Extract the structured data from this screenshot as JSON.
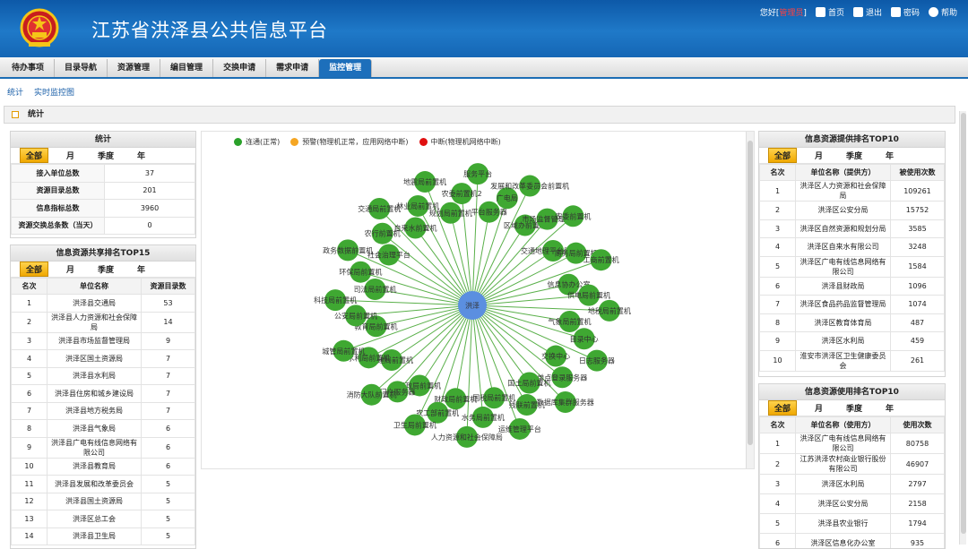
{
  "header": {
    "title": "江苏省洪泽县公共信息平台",
    "greeting": "您好[",
    "user": "管理员",
    "greeting_end": "]",
    "home": "首页",
    "logout": "退出",
    "password": "密码",
    "help": "帮助"
  },
  "menu": [
    "待办事项",
    "目录导航",
    "资源管理",
    "编目管理",
    "交换申请",
    "需求申请",
    "监控管理"
  ],
  "subnav": {
    "stats": "统计",
    "realtime": "实时监控图"
  },
  "section": {
    "title": "统计"
  },
  "time_tabs": [
    "全部",
    "月",
    "季度",
    "年"
  ],
  "stats": {
    "title": "统计",
    "rows": [
      {
        "k": "接入单位总数",
        "v": "37"
      },
      {
        "k": "资源目录总数",
        "v": "201"
      },
      {
        "k": "信息指标总数",
        "v": "3960"
      },
      {
        "k": "资源交换总条数（当天）",
        "v": "0"
      }
    ]
  },
  "share_top": {
    "title": "信息资源共享排名TOP15",
    "headers": [
      "名次",
      "单位名称",
      "资源目录数"
    ],
    "rows": [
      [
        "1",
        "洪泽县交通局",
        "53"
      ],
      [
        "2",
        "洪泽县人力资源和社会保障局",
        "14"
      ],
      [
        "3",
        "洪泽县市场监督管理局",
        "9"
      ],
      [
        "4",
        "洪泽区国土资源局",
        "7"
      ],
      [
        "5",
        "洪泽县水利局",
        "7"
      ],
      [
        "6",
        "洪泽县住房和城乡建设局",
        "7"
      ],
      [
        "7",
        "洪泽县地方税务局",
        "7"
      ],
      [
        "8",
        "洪泽县气象局",
        "6"
      ],
      [
        "9",
        "洪泽县广电有线信息网络有限公司",
        "6"
      ],
      [
        "10",
        "洪泽县教育局",
        "6"
      ],
      [
        "11",
        "洪泽县发展和改革委员会",
        "5"
      ],
      [
        "12",
        "洪泽县国土资源局",
        "5"
      ],
      [
        "13",
        "洪泽区总工会",
        "5"
      ],
      [
        "14",
        "洪泽县卫生局",
        "5"
      ]
    ]
  },
  "provide_top": {
    "title": "信息资源提供排名TOP10",
    "headers": [
      "名次",
      "单位名称（提供方）",
      "被使用次数"
    ],
    "rows": [
      [
        "1",
        "洪泽区人力资源和社会保障局",
        "109261"
      ],
      [
        "2",
        "洪泽区公安分局",
        "15752"
      ],
      [
        "3",
        "洪泽区自然资源和规划分局",
        "3585"
      ],
      [
        "4",
        "洪泽区自来水有限公司",
        "3248"
      ],
      [
        "5",
        "洪泽区广电有线信息网络有限公司",
        "1584"
      ],
      [
        "6",
        "洪泽县财政局",
        "1096"
      ],
      [
        "7",
        "洪泽区食品药品监督管理局",
        "1074"
      ],
      [
        "8",
        "洪泽区教育体育局",
        "487"
      ],
      [
        "9",
        "洪泽区水利局",
        "459"
      ],
      [
        "10",
        "淮安市洪泽区卫生健康委员会",
        "261"
      ]
    ]
  },
  "use_top": {
    "title": "信息资源使用排名TOP10",
    "headers": [
      "名次",
      "单位名称（使用方）",
      "使用次数"
    ],
    "rows": [
      [
        "1",
        "洪泽区广电有线信息网络有限公司",
        "80758"
      ],
      [
        "2",
        "江苏洪泽农村商业银行股份有限公司",
        "46907"
      ],
      [
        "3",
        "洪泽区水利局",
        "2797"
      ],
      [
        "4",
        "洪泽区公安分局",
        "2158"
      ],
      [
        "5",
        "洪泽县农业银行",
        "1794"
      ],
      [
        "6",
        "洪泽区信息化办公室",
        "935"
      ]
    ]
  },
  "graph": {
    "legend": [
      {
        "label": "连通(正常)",
        "color": "#2aa12a"
      },
      {
        "label": "预警(物理机正常，应用网络中断)",
        "color": "#f5a623"
      },
      {
        "label": "中断(物理机网络中断)",
        "color": "#e01010"
      }
    ],
    "center": {
      "label": "洪泽",
      "color": "#5b8fe0"
    },
    "node_color": "#3fa832",
    "link_color": "#5ab04a",
    "nodes": [
      "服务平台",
      "平台服务器",
      "广电局",
      "发展和改革委员会前置机",
      "区域办前置机",
      "市场监督管理局",
      "农委前置机",
      "交通地理平台服务器",
      "商务局前置机",
      "工商前置机",
      "信息协办公室",
      "供电局前置机",
      "地税局前置机",
      "气象局前置机",
      "目录中心",
      "日志服务器",
      "交换中心",
      "单点登录服务器",
      "数据库集群服务器",
      "国土局前置机",
      "残联前置机",
      "运维管理平台",
      "国税局前置机",
      "水务局前置机",
      "人力资源和社会保障局",
      "财政局前置机",
      "农工部前置机",
      "卫生局前置机",
      "民政局前置机",
      "门户服务器",
      "消防大队前置机",
      "住建局前置机",
      "水利局前置机",
      "城管局前置机",
      "教育局前置机",
      "公安局前置机",
      "科技局前置机",
      "司法局前置机",
      "环保局前置机",
      "政务数据前置机",
      "社会治理平台",
      "农行前置机",
      "交通局前置机",
      "自来水前置机",
      "林业局前置机",
      "地震局前置机",
      "规划局前置机",
      "农委前置机2"
    ]
  }
}
